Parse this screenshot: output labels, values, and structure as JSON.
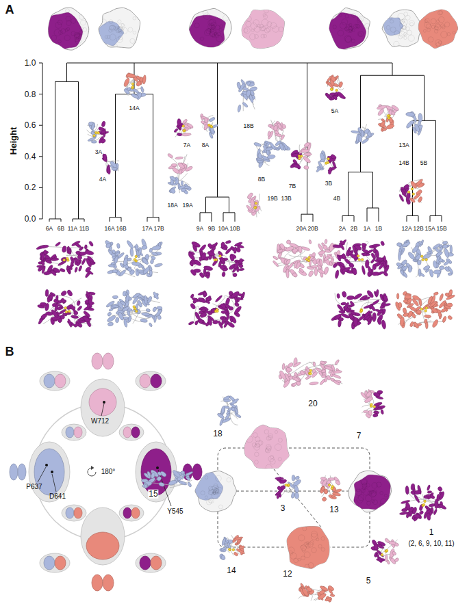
{
  "diagram": {
    "labels": [
      "A",
      "Height",
      "1.0",
      "0.8",
      "0.6",
      "0.4",
      "0.2",
      "0.0",
      "14A",
      "3A",
      "4A",
      "7A",
      "8A",
      "18A",
      "19A",
      "18B",
      "8B",
      "19B",
      "13B",
      "7B",
      "5A",
      "3B",
      "4B",
      "13A",
      "14B",
      "5B",
      "6A",
      "6B",
      "11A",
      "11B",
      "16A",
      "16B",
      "17A",
      "17B",
      "9A",
      "9B",
      "10A",
      "10B",
      "20A",
      "20B",
      "2A",
      "2B",
      "1A",
      "1B",
      "12A",
      "12B",
      "15A",
      "15B",
      "B",
      "W712",
      "P637",
      "D641",
      "180°",
      "Y545",
      "20",
      "18",
      "7",
      "15",
      "3",
      "13",
      "1",
      "(2, 6, 9, 10, 11)",
      "14",
      "12",
      "5"
    ]
  }
}
